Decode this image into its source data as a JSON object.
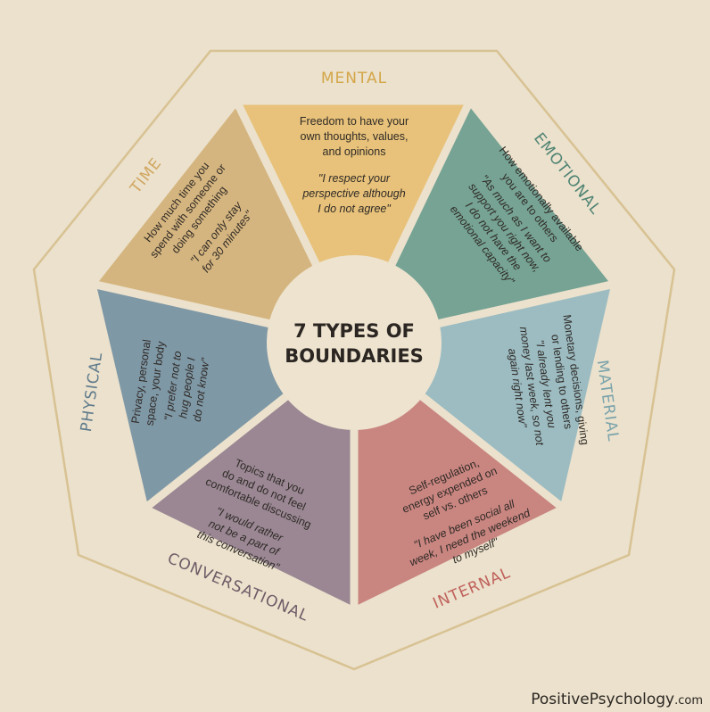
{
  "title": [
    "7 TYPES OF",
    "BOUNDARIES"
  ],
  "colors": {
    "background": "#ebe1cc",
    "outline": "#d8c293",
    "center": "#ede3cf",
    "mental": "#e8c27a",
    "emotional": "#76a394",
    "material": "#9cbcc2",
    "internal": "#c98580",
    "conversational": "#9a8793",
    "physical": "#7f98a6",
    "time": "#d5b57f"
  },
  "segments": {
    "mental": {
      "label": "MENTAL",
      "label_color": "#d4a648",
      "description": [
        "Freedom to have your",
        "own thoughts, values,",
        "and opinions"
      ],
      "quote": [
        "\"I respect your",
        "perspective although",
        "I do not agree\""
      ]
    },
    "emotional": {
      "label": "EMOTIONAL",
      "label_color": "#4f8373",
      "description": [
        "How emotionally available",
        "you are to others"
      ],
      "quote": [
        "\"As much as I want to",
        "support you right now,",
        "I do not have the",
        "emotional capacity\""
      ]
    },
    "material": {
      "label": "MATERIAL",
      "label_color": "#7aa3ab",
      "description": [
        "Monetary decisions, giving",
        "or lending to others"
      ],
      "quote": [
        "\"I already lent you",
        "money last week, so not",
        "again right now\""
      ]
    },
    "internal": {
      "label": "INTERNAL",
      "label_color": "#c0625c",
      "description": [
        "Self-regulation,",
        "energy expended on",
        "self vs. others"
      ],
      "quote": [
        "\"I have been social all",
        "week, I need the weekend",
        "to myself\""
      ]
    },
    "conversational": {
      "label": "CONVERSATIONAL",
      "label_color": "#6e5b67",
      "description": [
        "Topics that you",
        "do and do not feel",
        "comfortable discussing"
      ],
      "quote": [
        "\"I would rather",
        "not be a part of",
        "this conversation\""
      ]
    },
    "physical": {
      "label": "PHYSICAL",
      "label_color": "#5f7b8c",
      "description": [
        "Privacy, personal",
        "space, your body"
      ],
      "quote": [
        "\"I prefer not to",
        "hug people I",
        "do not know\""
      ]
    },
    "time": {
      "label": "TIME",
      "label_color": "#d0a660",
      "description": [
        "How much time you",
        "spend with someone or",
        "doing something"
      ],
      "quote": [
        "\"I can only stay",
        "for 30 minutes\""
      ]
    }
  },
  "footer": {
    "brand": "PositivePsychology",
    "suffix": ".com"
  }
}
